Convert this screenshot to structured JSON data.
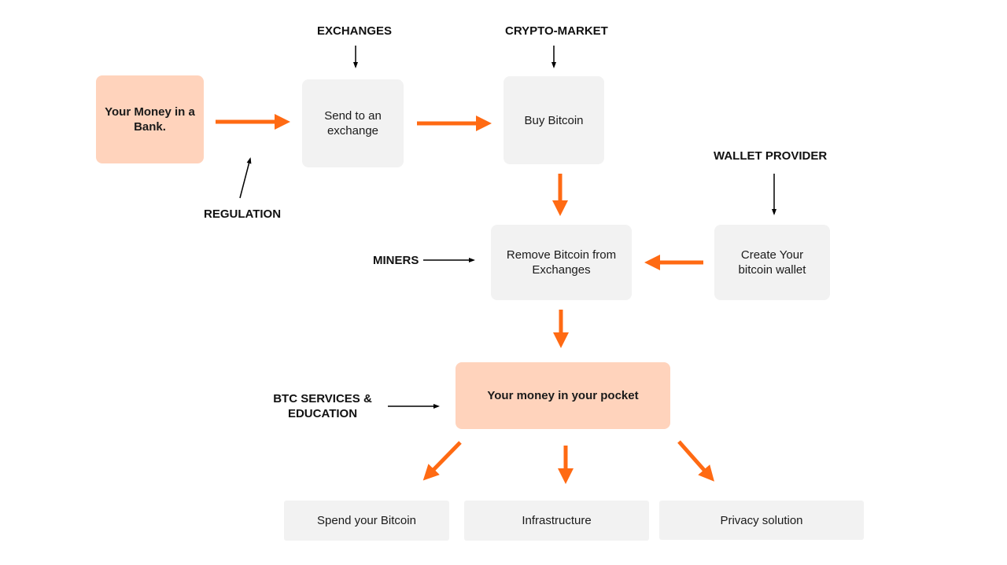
{
  "colors": {
    "flow_arrow": "#ff6a13",
    "influence_arrow": "#000000",
    "box_grey": "#f2f2f2",
    "box_peach": "#ffd3bc"
  },
  "labels": {
    "exchanges": "EXCHANGES",
    "crypto_market": "CRYPTO-MARKET",
    "regulation": "REGULATION",
    "wallet_provider": "WALLET PROVIDER",
    "miners": "MINERS",
    "btc_services_line1": "BTC SERVICES &",
    "btc_services_line2": "EDUCATION"
  },
  "nodes": {
    "bank": {
      "line1": "Your Money in a",
      "line2": "Bank."
    },
    "send_exchange": {
      "line1": "Send to an",
      "line2": "exchange"
    },
    "buy_bitcoin": {
      "line1": "Buy Bitcoin"
    },
    "remove_bitcoin": {
      "line1": "Remove Bitcoin from",
      "line2": "Exchanges"
    },
    "create_wallet": {
      "line1": "Create Your",
      "line2": "bitcoin wallet"
    },
    "pocket": {
      "line1": "Your money in your pocket"
    },
    "spend": {
      "line1": "Spend your Bitcoin"
    },
    "infrastructure": {
      "line1": "Infrastructure"
    },
    "privacy": {
      "line1": "Privacy solution"
    }
  }
}
